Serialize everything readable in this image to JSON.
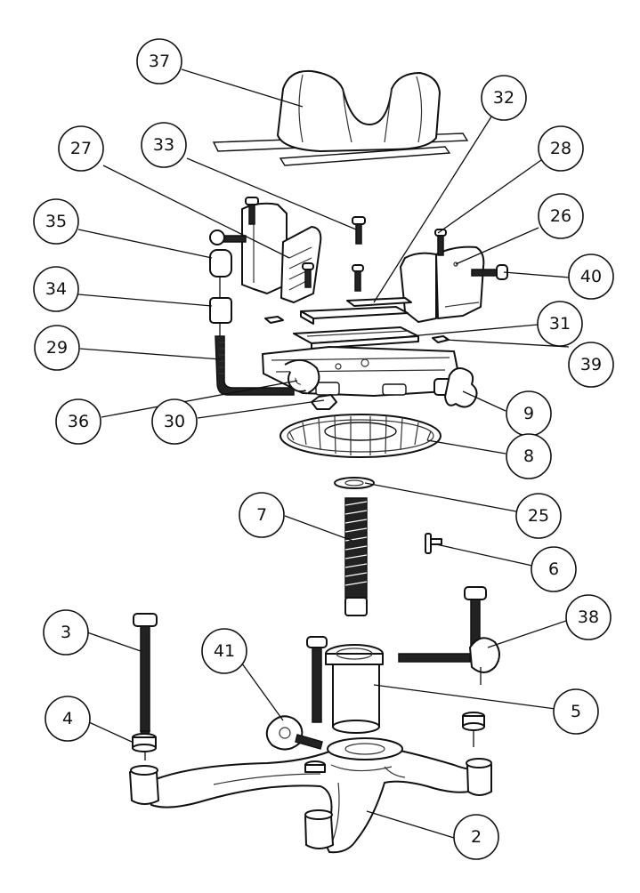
{
  "callouts": [
    {
      "label": "37"
    },
    {
      "label": "32"
    },
    {
      "label": "27"
    },
    {
      "label": "33"
    },
    {
      "label": "28"
    },
    {
      "label": "35"
    },
    {
      "label": "26"
    },
    {
      "label": "34"
    },
    {
      "label": "40"
    },
    {
      "label": "31"
    },
    {
      "label": "29"
    },
    {
      "label": "39"
    },
    {
      "label": "36"
    },
    {
      "label": "30"
    },
    {
      "label": "9"
    },
    {
      "label": "8"
    },
    {
      "label": "25"
    },
    {
      "label": "7"
    },
    {
      "label": "6"
    },
    {
      "label": "38"
    },
    {
      "label": "3"
    },
    {
      "label": "41"
    },
    {
      "label": "5"
    },
    {
      "label": "4"
    },
    {
      "label": "2"
    }
  ]
}
